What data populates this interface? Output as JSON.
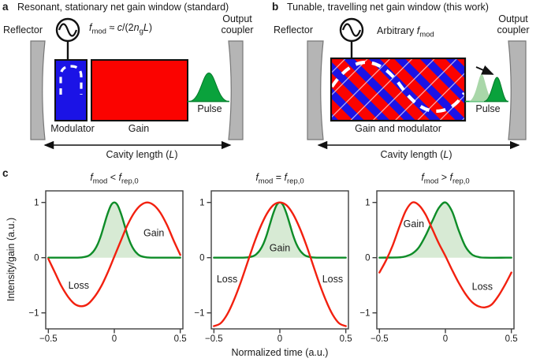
{
  "colors": {
    "red": "#fb0300",
    "red_curve": "#f2200f",
    "blue": "#1b13e6",
    "green": "#0aa23c",
    "green_curve": "#0e8c28",
    "green_light": "#a9d7a9",
    "green_fill": "#d7ead4",
    "gray": "#b5b5b5",
    "ink": "#111111"
  },
  "panel_a": {
    "label": "a",
    "title": "Resonant, stationary net gain window (standard)",
    "reflector": "Reflector",
    "output_coupler_line1": "Output",
    "output_coupler_line2": "coupler",
    "formula": {
      "f": "f",
      "fsub": "mod",
      "approx": " ≈ ",
      "c": "c",
      "mid": "/(2",
      "n": "n",
      "nsub": "g",
      "L": "L",
      "end": ")"
    },
    "modulator": "Modulator",
    "gain": "Gain",
    "pulse": "Pulse",
    "cavity": {
      "pre": "Cavity length (",
      "L": "L",
      "end": ")"
    }
  },
  "panel_b": {
    "label": "b",
    "title": "Tunable, travelling net gain window (this work)",
    "reflector": "Reflector",
    "output_coupler_line1": "Output",
    "output_coupler_line2": "coupler",
    "formula": {
      "pre": "Arbitrary ",
      "f": "f",
      "fsub": "mod"
    },
    "gain_modulator": "Gain and modulator",
    "pulse": "Pulse",
    "cavity": {
      "pre": "Cavity length (",
      "L": "L",
      "end": ")"
    }
  },
  "panel_c": {
    "label": "c",
    "ylabel": "Intensity/gain (a.u.)",
    "xlabel": "Normalized time (a.u.)"
  },
  "chart_data": [
    {
      "type": "line",
      "title": "f_mod < f_rep,0",
      "title_parts": {
        "f1": "f",
        "f1sub": "mod",
        "op": " < ",
        "f2": "f",
        "f2sub": "rep,0"
      },
      "xlim": [
        -0.52,
        0.52
      ],
      "ylim": [
        -1.29,
        1.21
      ],
      "x_ticks": [
        {
          "v": -0.5,
          "label": "−0.5"
        },
        {
          "v": 0,
          "label": "0"
        },
        {
          "v": 0.5,
          "label": "0.5"
        }
      ],
      "y_ticks": [
        {
          "v": 1,
          "label": "1"
        },
        {
          "v": 0,
          "label": "0"
        },
        {
          "v": -1,
          "label": "−1"
        }
      ],
      "series": [
        {
          "name": "Gain",
          "color": "green",
          "fill": true,
          "points": [
            [
              -0.5,
              0
            ],
            [
              -0.3,
              0
            ],
            [
              -0.25,
              0.004
            ],
            [
              -0.2,
              0.03
            ],
            [
              -0.175,
              0.07
            ],
            [
              -0.15,
              0.14
            ],
            [
              -0.125,
              0.25
            ],
            [
              -0.1,
              0.41
            ],
            [
              -0.075,
              0.61
            ],
            [
              -0.05,
              0.8
            ],
            [
              -0.025,
              0.95
            ],
            [
              0,
              1
            ],
            [
              0.025,
              0.95
            ],
            [
              0.05,
              0.8
            ],
            [
              0.075,
              0.61
            ],
            [
              0.1,
              0.41
            ],
            [
              0.125,
              0.25
            ],
            [
              0.15,
              0.14
            ],
            [
              0.175,
              0.07
            ],
            [
              0.2,
              0.03
            ],
            [
              0.25,
              0.004
            ],
            [
              0.3,
              0
            ],
            [
              0.5,
              0
            ]
          ]
        },
        {
          "name": "Loss",
          "color": "red",
          "fill": false,
          "points": [
            [
              -0.5,
              -0.02
            ],
            [
              -0.45,
              -0.27
            ],
            [
              -0.4,
              -0.52
            ],
            [
              -0.35,
              -0.71
            ],
            [
              -0.3,
              -0.84
            ],
            [
              -0.25,
              -0.88
            ],
            [
              -0.2,
              -0.84
            ],
            [
              -0.15,
              -0.71
            ],
            [
              -0.1,
              -0.52
            ],
            [
              -0.05,
              -0.27
            ],
            [
              0,
              0.02
            ],
            [
              0.05,
              0.31
            ],
            [
              0.1,
              0.59
            ],
            [
              0.15,
              0.81
            ],
            [
              0.2,
              0.95
            ],
            [
              0.25,
              1
            ],
            [
              0.3,
              0.95
            ],
            [
              0.35,
              0.81
            ],
            [
              0.4,
              0.59
            ],
            [
              0.45,
              0.31
            ],
            [
              0.5,
              0.05
            ]
          ]
        }
      ],
      "annotations": [
        {
          "text": "Gain",
          "x": 0.3,
          "y": 0.45
        },
        {
          "text": "Loss",
          "x": -0.27,
          "y": -0.5
        }
      ]
    },
    {
      "type": "line",
      "title": "f_mod = f_rep,0",
      "title_parts": {
        "f1": "f",
        "f1sub": "mod",
        "op": " = ",
        "f2": "f",
        "f2sub": "rep,0"
      },
      "xlim": [
        -0.52,
        0.52
      ],
      "ylim": [
        -1.29,
        1.21
      ],
      "x_ticks": [
        {
          "v": -0.5,
          "label": "−0.5"
        },
        {
          "v": 0,
          "label": "0"
        },
        {
          "v": 0.5,
          "label": "0.5"
        }
      ],
      "y_ticks": [
        {
          "v": 1,
          "label": "1"
        },
        {
          "v": 0,
          "label": "0"
        },
        {
          "v": -1,
          "label": "−1"
        }
      ],
      "series": [
        {
          "name": "Gain",
          "color": "green",
          "fill": true,
          "points": [
            [
              -0.5,
              0
            ],
            [
              -0.3,
              0
            ],
            [
              -0.25,
              0.004
            ],
            [
              -0.2,
              0.03
            ],
            [
              -0.175,
              0.07
            ],
            [
              -0.15,
              0.14
            ],
            [
              -0.125,
              0.25
            ],
            [
              -0.1,
              0.41
            ],
            [
              -0.075,
              0.61
            ],
            [
              -0.05,
              0.8
            ],
            [
              -0.025,
              0.95
            ],
            [
              0,
              1
            ],
            [
              0.025,
              0.95
            ],
            [
              0.05,
              0.8
            ],
            [
              0.075,
              0.61
            ],
            [
              0.1,
              0.41
            ],
            [
              0.125,
              0.25
            ],
            [
              0.15,
              0.14
            ],
            [
              0.175,
              0.07
            ],
            [
              0.2,
              0.03
            ],
            [
              0.25,
              0.004
            ],
            [
              0.3,
              0
            ],
            [
              0.5,
              0
            ]
          ]
        },
        {
          "name": "Loss",
          "color": "red",
          "fill": false,
          "points": [
            [
              -0.5,
              -1.24
            ],
            [
              -0.45,
              -1.19
            ],
            [
              -0.4,
              -1.03
            ],
            [
              -0.35,
              -0.78
            ],
            [
              -0.3,
              -0.47
            ],
            [
              -0.25,
              -0.12
            ],
            [
              -0.2,
              0.23
            ],
            [
              -0.15,
              0.54
            ],
            [
              -0.1,
              0.79
            ],
            [
              -0.05,
              0.95
            ],
            [
              0,
              1
            ],
            [
              0.05,
              0.95
            ],
            [
              0.1,
              0.79
            ],
            [
              0.15,
              0.54
            ],
            [
              0.2,
              0.23
            ],
            [
              0.25,
              -0.12
            ],
            [
              0.3,
              -0.47
            ],
            [
              0.35,
              -0.78
            ],
            [
              0.4,
              -1.03
            ],
            [
              0.45,
              -1.19
            ],
            [
              0.5,
              -1.24
            ]
          ]
        }
      ],
      "annotations": [
        {
          "text": "Gain",
          "x": 0,
          "y": 0.18
        },
        {
          "text": "Loss",
          "x": -0.4,
          "y": -0.38
        },
        {
          "text": "Loss",
          "x": 0.4,
          "y": -0.38
        }
      ]
    },
    {
      "type": "line",
      "title": "f_mod > f_rep,0",
      "title_parts": {
        "f1": "f",
        "f1sub": "mod",
        "op": " > ",
        "f2": "f",
        "f2sub": "rep,0"
      },
      "xlim": [
        -0.52,
        0.52
      ],
      "ylim": [
        -1.29,
        1.21
      ],
      "x_ticks": [
        {
          "v": -0.5,
          "label": "−0.5"
        },
        {
          "v": 0,
          "label": "0"
        },
        {
          "v": 0.5,
          "label": "0.5"
        }
      ],
      "y_ticks": [
        {
          "v": 1,
          "label": "1"
        },
        {
          "v": 0,
          "label": "0"
        },
        {
          "v": -1,
          "label": "−1"
        }
      ],
      "series": [
        {
          "name": "Gain",
          "color": "green",
          "fill": true,
          "points": [
            [
              -0.5,
              0
            ],
            [
              -0.35,
              0.006
            ],
            [
              -0.3,
              0.024
            ],
            [
              -0.25,
              0.076
            ],
            [
              -0.2,
              0.19
            ],
            [
              -0.15,
              0.4
            ],
            [
              -0.1,
              0.66
            ],
            [
              -0.05,
              0.9
            ],
            [
              0,
              1
            ],
            [
              0.05,
              0.84
            ],
            [
              0.1,
              0.5
            ],
            [
              0.15,
              0.21
            ],
            [
              0.2,
              0.06
            ],
            [
              0.25,
              0.013
            ],
            [
              0.3,
              0
            ],
            [
              0.5,
              0
            ]
          ]
        },
        {
          "name": "Loss",
          "color": "red",
          "fill": false,
          "points": [
            [
              -0.5,
              -0.27
            ],
            [
              -0.45,
              -0.05
            ],
            [
              -0.4,
              0.22
            ],
            [
              -0.35,
              0.55
            ],
            [
              -0.3,
              0.85
            ],
            [
              -0.25,
              1
            ],
            [
              -0.2,
              0.95
            ],
            [
              -0.15,
              0.78
            ],
            [
              -0.1,
              0.52
            ],
            [
              -0.05,
              0.26
            ],
            [
              0,
              0.03
            ],
            [
              0.05,
              -0.22
            ],
            [
              0.1,
              -0.45
            ],
            [
              0.15,
              -0.65
            ],
            [
              0.2,
              -0.8
            ],
            [
              0.25,
              -0.88
            ],
            [
              0.3,
              -0.9
            ],
            [
              0.35,
              -0.85
            ],
            [
              0.4,
              -0.7
            ],
            [
              0.45,
              -0.5
            ],
            [
              0.5,
              -0.27
            ]
          ]
        }
      ],
      "annotations": [
        {
          "text": "Gain",
          "x": -0.24,
          "y": 0.62
        },
        {
          "text": "Loss",
          "x": 0.28,
          "y": -0.52
        }
      ]
    }
  ]
}
